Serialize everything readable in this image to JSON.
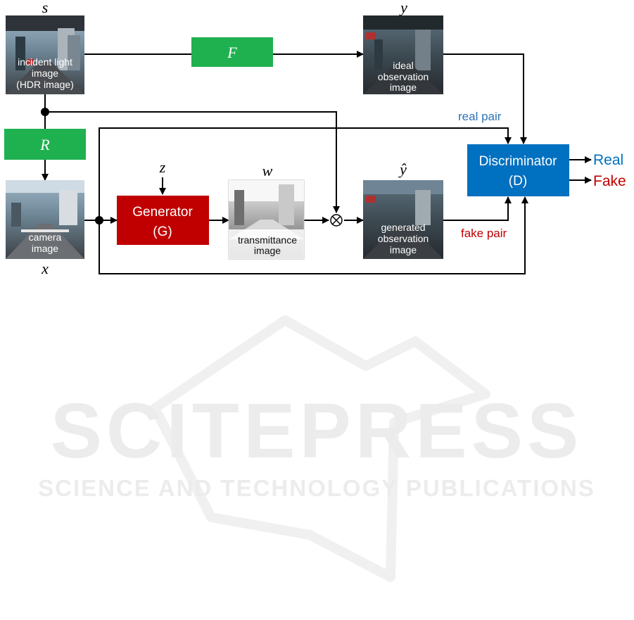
{
  "variables": {
    "s": "s",
    "y": "y",
    "x": "x",
    "z": "z",
    "w": "w",
    "y_hat": "ŷ"
  },
  "blocks": {
    "F": "F",
    "R": "R",
    "generator": {
      "line1": "Generator",
      "line2": "(G)"
    },
    "discriminator": {
      "line1": "Discriminator",
      "line2": "(D)"
    }
  },
  "images": {
    "incident": {
      "line1": "incident light",
      "line2": "image",
      "line3": "(HDR image)"
    },
    "ideal": {
      "line1": "ideal",
      "line2": "observation",
      "line3": "image"
    },
    "camera": {
      "line1": "camera",
      "line2": "image"
    },
    "transmittance": {
      "line1": "transmittance",
      "line2": "image"
    },
    "generated": {
      "line1": "generated",
      "line2": "observation",
      "line3": "image"
    }
  },
  "labels": {
    "real_pair": "real pair",
    "fake_pair": "fake pair",
    "real": "Real",
    "fake": "Fake",
    "multiply": "⊗"
  },
  "watermark": {
    "line1": "SCITEPRESS",
    "line2": "SCIENCE AND TECHNOLOGY PUBLICATIONS"
  },
  "colors": {
    "green": "#1fb14f",
    "red": "#c00000",
    "blue": "#0070c0",
    "real_pair_text": "#2e75b6",
    "fake_pair_text": "#c00000",
    "line": "#000000",
    "watermark": "#eeeeee"
  }
}
